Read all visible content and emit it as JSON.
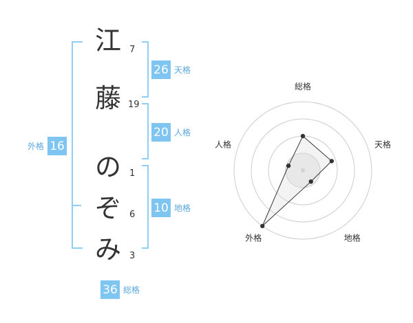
{
  "name": {
    "chars": [
      {
        "char": "江",
        "strokes": "7"
      },
      {
        "char": "藤",
        "strokes": "19"
      },
      {
        "char": "の",
        "strokes": "1"
      },
      {
        "char": "ぞ",
        "strokes": "6"
      },
      {
        "char": "み",
        "strokes": "3"
      }
    ]
  },
  "kaku": {
    "tenkaku": {
      "value": "26",
      "label": "天格"
    },
    "jinkaku": {
      "value": "20",
      "label": "人格"
    },
    "chikaku": {
      "value": "10",
      "label": "地格"
    },
    "gaikaku": {
      "value": "16",
      "label": "外格"
    },
    "soukaku": {
      "value": "36",
      "label": "総格"
    }
  },
  "colors": {
    "badge_bg": "#7ec5f2",
    "badge_label": "#5aa8dc",
    "bracket": "#8fcdf4",
    "text": "#333333",
    "radar_grid": "#cccccc",
    "radar_fill": "#eeeeee"
  },
  "chart_data": {
    "type": "radar",
    "axes": [
      "総格",
      "天格",
      "地格",
      "外格",
      "人格"
    ],
    "values": [
      0.5,
      0.44,
      0.2,
      1.0,
      0.22
    ],
    "rmax": 1.0,
    "rings": 4,
    "grid": true
  }
}
